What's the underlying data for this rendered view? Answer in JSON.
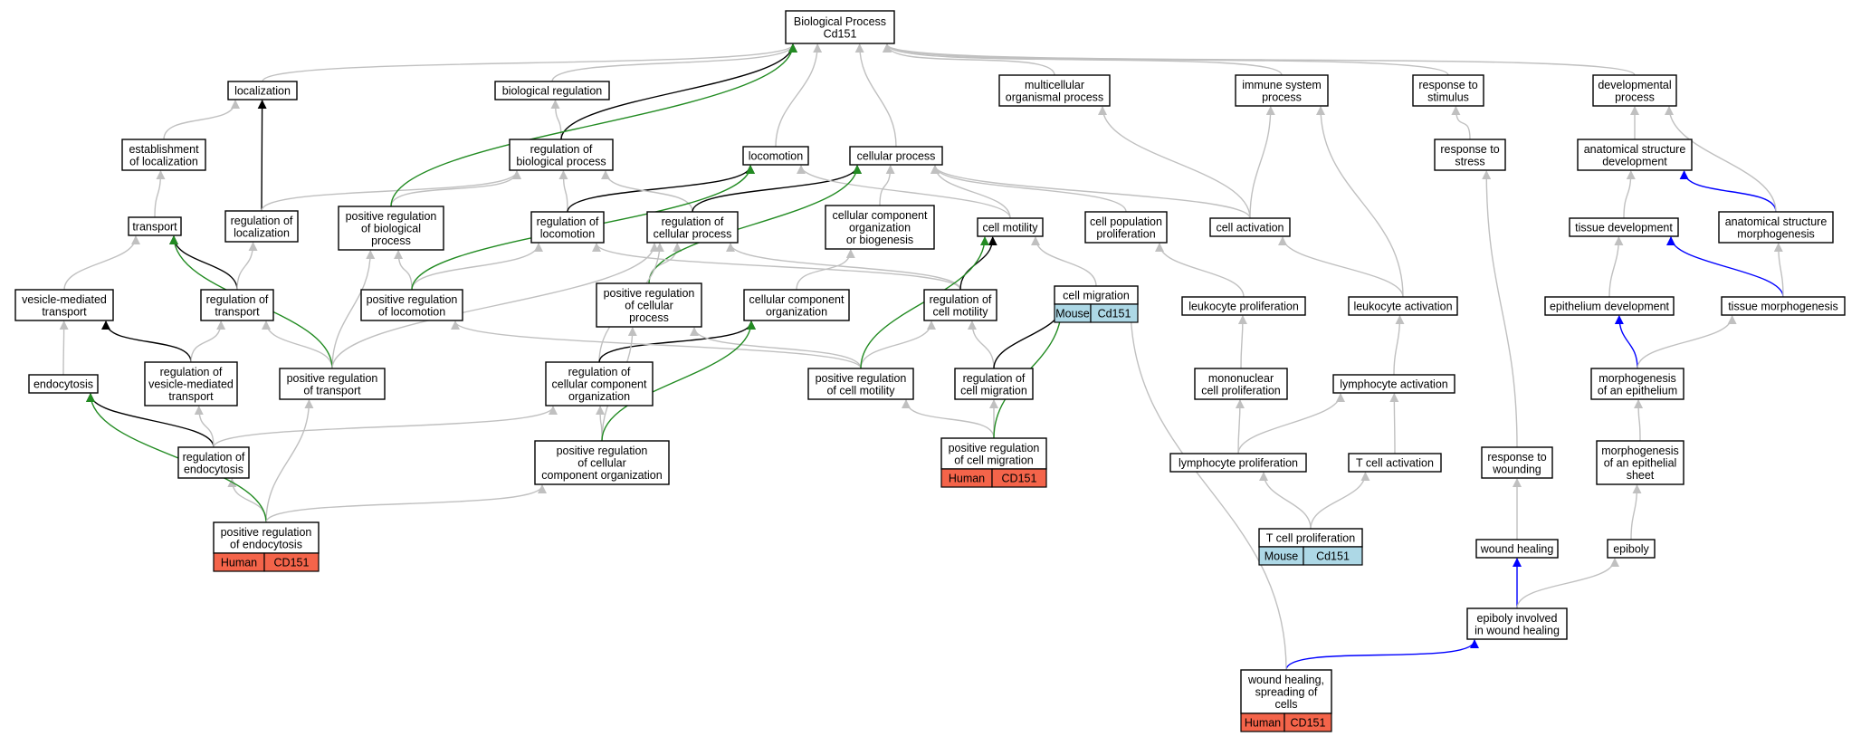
{
  "colors": {
    "is_a": "#c0c0c0",
    "part_of": "#000000",
    "positively_regulates": "#228B22",
    "regulates_blue": "#0000FF",
    "human_annotation": "#F4644A",
    "mouse_annotation": "#ADD8E6"
  },
  "nodes": {
    "bp": {
      "lines": [
        "Biological Process",
        "Cd151"
      ]
    },
    "localization": {
      "lines": [
        "localization"
      ]
    },
    "biological_regulation": {
      "lines": [
        "biological regulation"
      ]
    },
    "multicellular": {
      "lines": [
        "multicellular",
        "organismal process"
      ]
    },
    "immune": {
      "lines": [
        "immune system",
        "process"
      ]
    },
    "response_stimulus": {
      "lines": [
        "response to",
        "stimulus"
      ]
    },
    "developmental": {
      "lines": [
        "developmental",
        "process"
      ]
    },
    "est_localization": {
      "lines": [
        "establishment",
        "of localization"
      ]
    },
    "reg_bio_process": {
      "lines": [
        "regulation of",
        "biological process"
      ]
    },
    "locomotion": {
      "lines": [
        "locomotion"
      ]
    },
    "cellular_process": {
      "lines": [
        "cellular process"
      ]
    },
    "response_stress": {
      "lines": [
        "response to",
        "stress"
      ]
    },
    "anat_struct_dev": {
      "lines": [
        "anatomical structure",
        "development"
      ]
    },
    "transport": {
      "lines": [
        "transport"
      ]
    },
    "reg_localization": {
      "lines": [
        "regulation of",
        "localization"
      ]
    },
    "pos_reg_bio_process": {
      "lines": [
        "positive regulation",
        "of biological",
        "process"
      ]
    },
    "reg_locomotion": {
      "lines": [
        "regulation of",
        "locomotion"
      ]
    },
    "reg_cell_process": {
      "lines": [
        "regulation of",
        "cellular process"
      ]
    },
    "cell_comp_org_bio": {
      "lines": [
        "cellular component",
        "organization",
        "or biogenesis"
      ]
    },
    "cell_motility": {
      "lines": [
        "cell motility"
      ]
    },
    "cell_pop_prolif": {
      "lines": [
        "cell population",
        "proliferation"
      ]
    },
    "cell_activation": {
      "lines": [
        "cell activation"
      ]
    },
    "tissue_dev": {
      "lines": [
        "tissue development"
      ]
    },
    "anat_struct_morph": {
      "lines": [
        "anatomical structure",
        "morphogenesis"
      ]
    },
    "vesicle_transport": {
      "lines": [
        "vesicle-mediated",
        "transport"
      ]
    },
    "reg_transport": {
      "lines": [
        "regulation of",
        "transport"
      ]
    },
    "pos_reg_locomotion": {
      "lines": [
        "positive regulation",
        "of locomotion"
      ]
    },
    "pos_reg_cell_process": {
      "lines": [
        "positive regulation",
        "of cellular",
        "process"
      ]
    },
    "cell_comp_org": {
      "lines": [
        "cellular component",
        "organization"
      ]
    },
    "reg_cell_motility": {
      "lines": [
        "regulation of",
        "cell motility"
      ]
    },
    "cell_migration": {
      "lines": [
        "cell migration"
      ],
      "annotation": [
        "Mouse",
        "Cd151"
      ]
    },
    "leukocyte_prolif": {
      "lines": [
        "leukocyte proliferation"
      ]
    },
    "leukocyte_activation": {
      "lines": [
        "leukocyte activation"
      ]
    },
    "epithelium_dev": {
      "lines": [
        "epithelium development"
      ]
    },
    "tissue_morph": {
      "lines": [
        "tissue morphogenesis"
      ]
    },
    "endocytosis": {
      "lines": [
        "endocytosis"
      ]
    },
    "reg_vesicle_transport": {
      "lines": [
        "regulation of",
        "vesicle-mediated",
        "transport"
      ]
    },
    "pos_reg_transport": {
      "lines": [
        "positive regulation",
        "of transport"
      ]
    },
    "reg_cell_comp_org": {
      "lines": [
        "regulation of",
        "cellular component",
        "organization"
      ]
    },
    "pos_reg_cell_motility": {
      "lines": [
        "positive regulation",
        "of cell motility"
      ]
    },
    "reg_cell_migration": {
      "lines": [
        "regulation of",
        "cell migration"
      ]
    },
    "mononuclear_prolif": {
      "lines": [
        "mononuclear",
        "cell proliferation"
      ]
    },
    "lymphocyte_activation": {
      "lines": [
        "lymphocyte activation"
      ]
    },
    "morph_epithelium": {
      "lines": [
        "morphogenesis",
        "of an epithelium"
      ]
    },
    "reg_endocytosis": {
      "lines": [
        "regulation of",
        "endocytosis"
      ]
    },
    "pos_reg_ccorg": {
      "lines": [
        "positive regulation",
        "of cellular",
        "component organization"
      ]
    },
    "pos_reg_cell_migration": {
      "lines": [
        "positive regulation",
        "of cell migration"
      ],
      "annotation": [
        "Human",
        "CD151"
      ]
    },
    "lymphocyte_prolif": {
      "lines": [
        "lymphocyte proliferation"
      ]
    },
    "t_cell_activation": {
      "lines": [
        "T cell activation"
      ]
    },
    "response_wounding": {
      "lines": [
        "response to",
        "wounding"
      ]
    },
    "morph_epithelial_sheet": {
      "lines": [
        "morphogenesis",
        "of an epithelial",
        "sheet"
      ]
    },
    "pos_reg_endocytosis": {
      "lines": [
        "positive regulation",
        "of endocytosis"
      ],
      "annotation": [
        "Human",
        "CD151"
      ]
    },
    "t_cell_prolif": {
      "lines": [
        "T cell proliferation"
      ],
      "annotation": [
        "Mouse",
        "Cd151"
      ]
    },
    "wound_healing": {
      "lines": [
        "wound healing"
      ]
    },
    "epiboly": {
      "lines": [
        "epiboly"
      ]
    },
    "epiboly_wound": {
      "lines": [
        "epiboly involved",
        "in wound healing"
      ]
    },
    "wound_spreading": {
      "lines": [
        "wound healing,",
        "spreading of",
        "cells"
      ],
      "annotation": [
        "Human",
        "CD151"
      ]
    }
  },
  "edges": [
    [
      "localization",
      "bp",
      "is_a"
    ],
    [
      "biological_regulation",
      "bp",
      "is_a"
    ],
    [
      "multicellular",
      "bp",
      "is_a"
    ],
    [
      "immune",
      "bp",
      "is_a"
    ],
    [
      "response_stimulus",
      "bp",
      "is_a"
    ],
    [
      "developmental",
      "bp",
      "is_a"
    ],
    [
      "est_localization",
      "localization",
      "is_a"
    ],
    [
      "reg_bio_process",
      "biological_regulation",
      "is_a"
    ],
    [
      "reg_bio_process",
      "bp",
      "part_of"
    ],
    [
      "locomotion",
      "bp",
      "is_a"
    ],
    [
      "cellular_process",
      "bp",
      "is_a"
    ],
    [
      "response_stress",
      "response_stimulus",
      "is_a"
    ],
    [
      "anat_struct_dev",
      "developmental",
      "is_a"
    ],
    [
      "transport",
      "est_localization",
      "is_a"
    ],
    [
      "reg_localization",
      "localization",
      "part_of"
    ],
    [
      "reg_localization",
      "reg_bio_process",
      "is_a"
    ],
    [
      "pos_reg_bio_process",
      "reg_bio_process",
      "is_a"
    ],
    [
      "pos_reg_bio_process",
      "bp",
      "positively_regulates"
    ],
    [
      "reg_locomotion",
      "reg_bio_process",
      "is_a"
    ],
    [
      "reg_locomotion",
      "locomotion",
      "part_of"
    ],
    [
      "reg_cell_process",
      "reg_bio_process",
      "is_a"
    ],
    [
      "reg_cell_process",
      "cellular_process",
      "part_of"
    ],
    [
      "cell_comp_org_bio",
      "cellular_process",
      "is_a"
    ],
    [
      "cell_motility",
      "cellular_process",
      "is_a"
    ],
    [
      "cell_motility",
      "locomotion",
      "is_a"
    ],
    [
      "cell_pop_prolif",
      "cellular_process",
      "is_a"
    ],
    [
      "cell_activation",
      "cellular_process",
      "is_a"
    ],
    [
      "cell_activation",
      "immune",
      "is_a"
    ],
    [
      "cell_activation",
      "multicellular",
      "is_a"
    ],
    [
      "tissue_dev",
      "anat_struct_dev",
      "is_a"
    ],
    [
      "anat_struct_morph",
      "anat_struct_dev",
      "regulates_blue"
    ],
    [
      "anat_struct_morph",
      "developmental",
      "is_a"
    ],
    [
      "vesicle_transport",
      "transport",
      "is_a"
    ],
    [
      "reg_transport",
      "transport",
      "part_of"
    ],
    [
      "reg_transport",
      "reg_localization",
      "is_a"
    ],
    [
      "pos_reg_locomotion",
      "pos_reg_bio_process",
      "is_a"
    ],
    [
      "pos_reg_locomotion",
      "reg_locomotion",
      "is_a"
    ],
    [
      "pos_reg_locomotion",
      "locomotion",
      "positively_regulates"
    ],
    [
      "pos_reg_cell_process",
      "reg_cell_process",
      "is_a"
    ],
    [
      "pos_reg_cell_process",
      "cellular_process",
      "positively_regulates"
    ],
    [
      "cell_comp_org",
      "cell_comp_org_bio",
      "is_a"
    ],
    [
      "reg_cell_motility",
      "reg_locomotion",
      "is_a"
    ],
    [
      "reg_cell_motility",
      "reg_cell_process",
      "is_a"
    ],
    [
      "reg_cell_motility",
      "cell_motility",
      "part_of"
    ],
    [
      "cell_migration",
      "cell_motility",
      "is_a"
    ],
    [
      "leukocyte_prolif",
      "cell_pop_prolif",
      "is_a"
    ],
    [
      "leukocyte_activation",
      "cell_activation",
      "is_a"
    ],
    [
      "leukocyte_activation",
      "immune",
      "is_a"
    ],
    [
      "epithelium_dev",
      "tissue_dev",
      "is_a"
    ],
    [
      "tissue_morph",
      "tissue_dev",
      "regulates_blue"
    ],
    [
      "tissue_morph",
      "anat_struct_morph",
      "is_a"
    ],
    [
      "endocytosis",
      "vesicle_transport",
      "is_a"
    ],
    [
      "reg_vesicle_transport",
      "vesicle_transport",
      "part_of"
    ],
    [
      "reg_vesicle_transport",
      "reg_transport",
      "is_a"
    ],
    [
      "pos_reg_transport",
      "reg_transport",
      "is_a"
    ],
    [
      "pos_reg_transport",
      "pos_reg_bio_process",
      "is_a"
    ],
    [
      "pos_reg_transport",
      "transport",
      "positively_regulates"
    ],
    [
      "pos_reg_transport",
      "reg_cell_process",
      "is_a"
    ],
    [
      "reg_cell_comp_org",
      "reg_cell_process",
      "is_a"
    ],
    [
      "reg_cell_comp_org",
      "cell_comp_org",
      "part_of"
    ],
    [
      "pos_reg_cell_motility",
      "reg_cell_motility",
      "is_a"
    ],
    [
      "pos_reg_cell_motility",
      "pos_reg_locomotion",
      "is_a"
    ],
    [
      "pos_reg_cell_motility",
      "pos_reg_cell_process",
      "is_a"
    ],
    [
      "pos_reg_cell_motility",
      "cell_motility",
      "positively_regulates"
    ],
    [
      "reg_cell_migration",
      "reg_cell_motility",
      "is_a"
    ],
    [
      "reg_cell_migration",
      "cell_migration",
      "part_of"
    ],
    [
      "mononuclear_prolif",
      "leukocyte_prolif",
      "is_a"
    ],
    [
      "lymphocyte_activation",
      "leukocyte_activation",
      "is_a"
    ],
    [
      "morph_epithelium",
      "epithelium_dev",
      "regulates_blue"
    ],
    [
      "morph_epithelium",
      "tissue_morph",
      "is_a"
    ],
    [
      "reg_endocytosis",
      "endocytosis",
      "part_of"
    ],
    [
      "reg_endocytosis",
      "reg_vesicle_transport",
      "is_a"
    ],
    [
      "reg_endocytosis",
      "reg_cell_comp_org",
      "is_a"
    ],
    [
      "pos_reg_ccorg",
      "reg_cell_comp_org",
      "is_a"
    ],
    [
      "pos_reg_ccorg",
      "pos_reg_cell_process",
      "is_a"
    ],
    [
      "pos_reg_ccorg",
      "cell_comp_org",
      "positively_regulates"
    ],
    [
      "pos_reg_cell_migration",
      "reg_cell_migration",
      "is_a"
    ],
    [
      "pos_reg_cell_migration",
      "pos_reg_cell_motility",
      "is_a"
    ],
    [
      "pos_reg_cell_migration",
      "cell_migration",
      "positively_regulates"
    ],
    [
      "lymphocyte_prolif",
      "mononuclear_prolif",
      "is_a"
    ],
    [
      "lymphocyte_prolif",
      "lymphocyte_activation",
      "is_a"
    ],
    [
      "t_cell_activation",
      "lymphocyte_activation",
      "is_a"
    ],
    [
      "response_wounding",
      "response_stress",
      "is_a"
    ],
    [
      "morph_epithelial_sheet",
      "morph_epithelium",
      "is_a"
    ],
    [
      "pos_reg_endocytosis",
      "reg_endocytosis",
      "is_a"
    ],
    [
      "pos_reg_endocytosis",
      "pos_reg_transport",
      "is_a"
    ],
    [
      "pos_reg_endocytosis",
      "endocytosis",
      "positively_regulates"
    ],
    [
      "pos_reg_endocytosis",
      "pos_reg_ccorg",
      "is_a"
    ],
    [
      "t_cell_prolif",
      "lymphocyte_prolif",
      "is_a"
    ],
    [
      "t_cell_prolif",
      "t_cell_activation",
      "is_a"
    ],
    [
      "wound_healing",
      "response_wounding",
      "is_a"
    ],
    [
      "epiboly",
      "morph_epithelial_sheet",
      "is_a"
    ],
    [
      "epiboly_wound",
      "wound_healing",
      "regulates_blue"
    ],
    [
      "epiboly_wound",
      "epiboly",
      "is_a"
    ],
    [
      "wound_spreading",
      "epiboly_wound",
      "regulates_blue"
    ],
    [
      "wound_spreading",
      "cell_migration",
      "is_a"
    ]
  ]
}
